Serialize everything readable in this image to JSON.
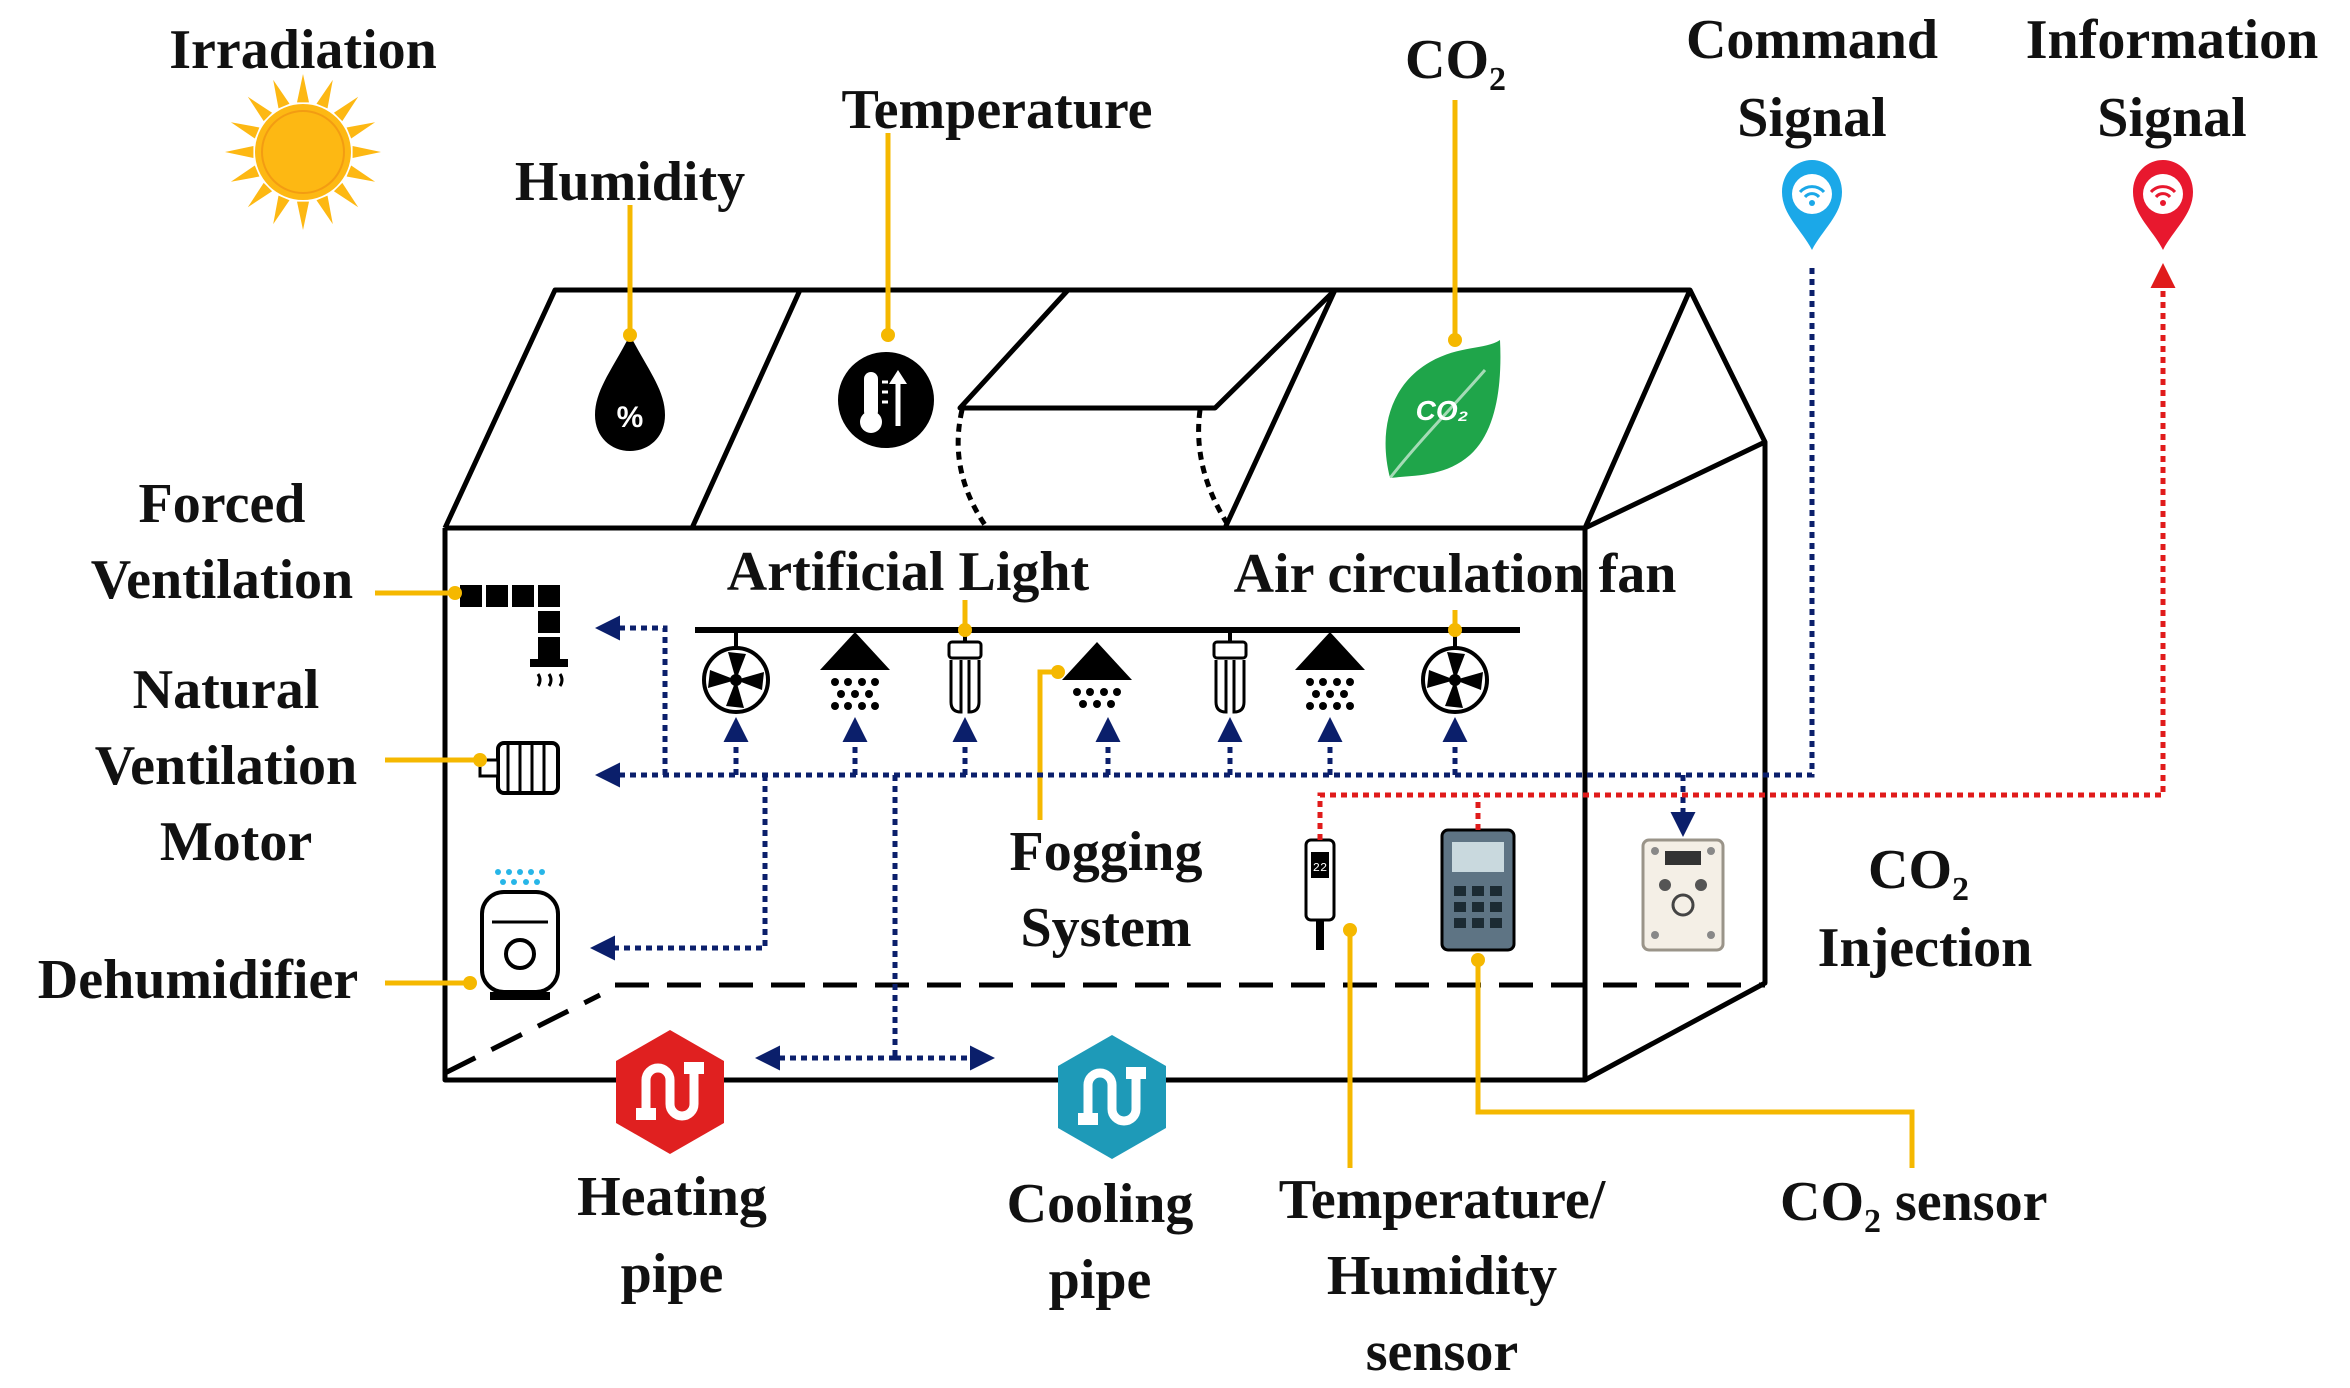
{
  "labels": {
    "irradiation": "Irradiation",
    "humidity": "Humidity",
    "temperature": "Temperature",
    "co2_main": "CO",
    "co2_sub": "2",
    "command_line1": "Command",
    "command_line2": "Signal",
    "information_line1": "Information",
    "information_line2": "Signal",
    "forced_line1": "Forced",
    "forced_line2": "Ventilation",
    "natural_line1": "Natural",
    "natural_line2": "Ventilation",
    "natural_line3": "Motor",
    "dehumidifier": "Dehumidifier",
    "artificial_light": "Artificial Light",
    "air_fan": "Air circulation fan",
    "fogging_line1": "Fogging",
    "fogging_line2": "System",
    "co2_injection_line1_main": "CO",
    "co2_injection_line1_sub": "2",
    "co2_injection_line2": "Injection",
    "heating_line1": "Heating",
    "heating_line2": "pipe",
    "cooling_line1": "Cooling",
    "cooling_line2": "pipe",
    "th_line1": "Temperature/",
    "th_line2": "Humidity",
    "th_line3": "sensor",
    "co2_sensor_main": "CO",
    "co2_sensor_sub": "2",
    "co2_sensor_rest": " sensor",
    "humidity_icon_text": "%",
    "co2_leaf_text": "CO₂"
  },
  "colors": {
    "leader": "#F5B800",
    "command": "#0B1F6B",
    "information": "#E01B1B",
    "sun": "#FDB813",
    "heating": "#E02020",
    "cooling": "#1E9AB8",
    "leaf": "#1FA54A",
    "pin_blue": "#1BA8E8",
    "pin_red": "#E8182E"
  }
}
